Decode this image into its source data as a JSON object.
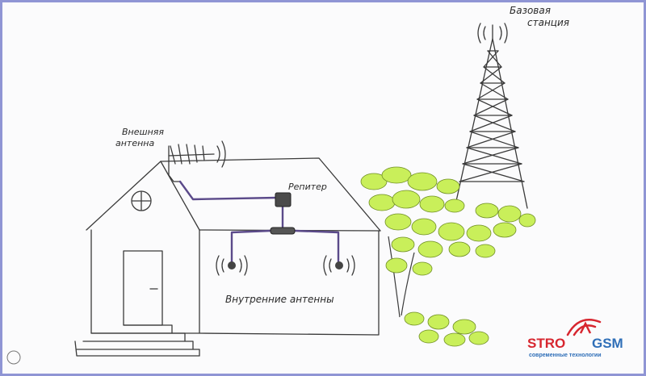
{
  "labels": {
    "base_station": [
      "Базовая",
      "станция"
    ],
    "external_antenna": [
      "Внешняя",
      "антенна"
    ],
    "repeater": "Репитер",
    "internal_antennas": "Внутренние антенны"
  },
  "logo": {
    "left": "STRO",
    "right": "GSM",
    "tagline": "современные технологии",
    "color_red": "#d7262f",
    "color_blue": "#2f6fb8"
  },
  "colors": {
    "sketch": "#3a3a3a",
    "cable": "#5b4a8a",
    "foliage": "#c9ef5a",
    "frame": "#8f95d4"
  }
}
